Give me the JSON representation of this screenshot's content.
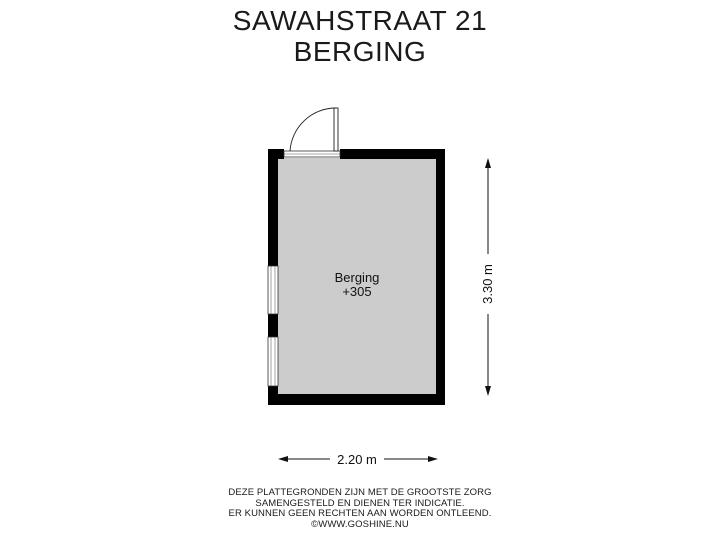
{
  "title": {
    "line1": "SAWAHSTRAAT 21",
    "line2": "BERGING"
  },
  "room": {
    "name": "Berging",
    "level": "+305"
  },
  "dimensions": {
    "width": "2.20 m",
    "height": "3.30 m"
  },
  "disclaimer": {
    "line1": "DEZE PLATTEGRONDEN ZIJN MET DE GROOTSTE ZORG",
    "line2": "SAMENGESTELD EN DIENEN TER INDICATIE.",
    "line3": "ER KUNNEN GEEN RECHTEN AAN WORDEN ONTLEEND.",
    "line4": "©WWW.GOSHINE.NU"
  },
  "colors": {
    "wall": "#000000",
    "floor": "#cccccc",
    "text": "#1a1a1a"
  }
}
